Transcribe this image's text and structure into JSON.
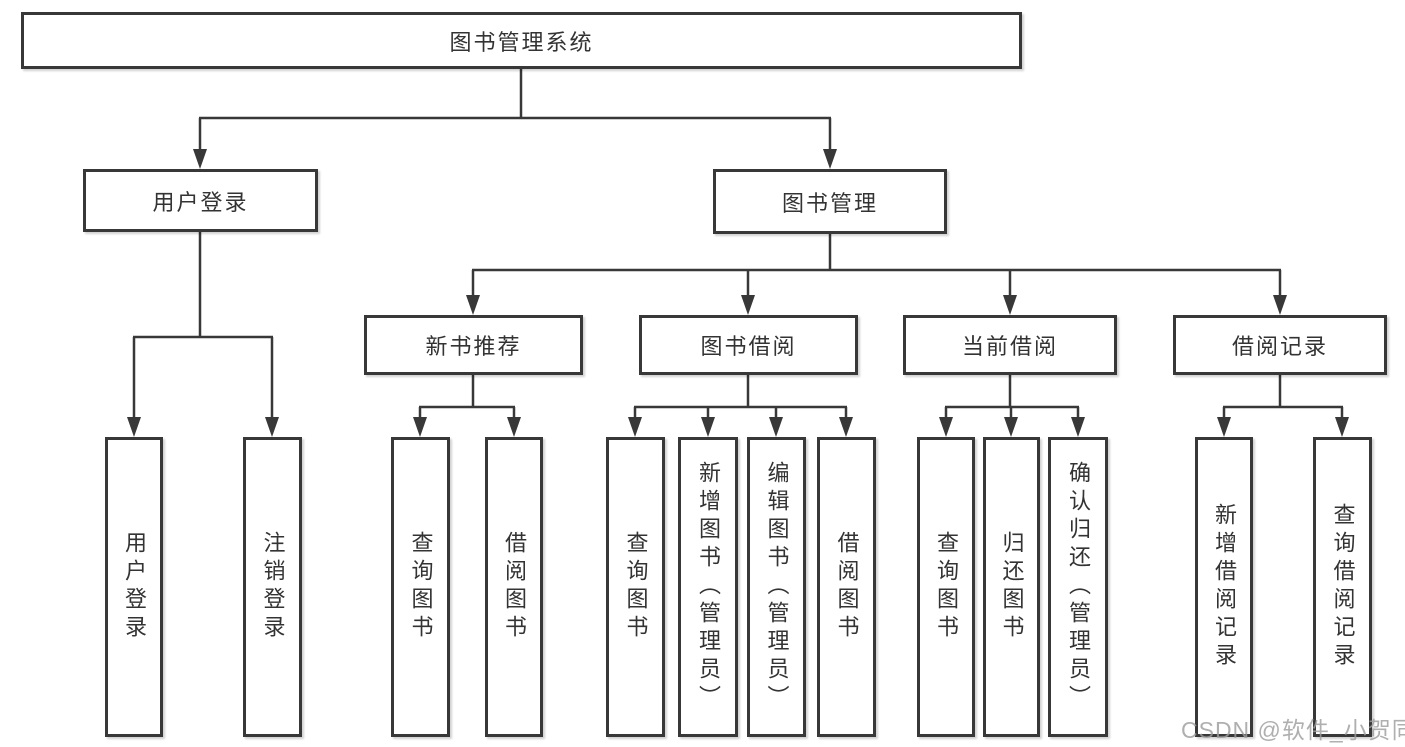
{
  "diagram": {
    "nodes": {
      "root": "图书管理系统",
      "userLogin": "用户登录",
      "bookMgmt": "图书管理",
      "newBook": "新书推荐",
      "bookBorrow": "图书借阅",
      "currentBorrow": "当前借阅",
      "borrowRecord": "借阅记录",
      "leaves": {
        "userLogin": [
          "用户登录",
          "注销登录"
        ],
        "newBook": [
          "查询图书",
          "借阅图书"
        ],
        "bookBorrow": [
          "查询图书",
          "新增图书（管理员）",
          "编辑图书（管理员）",
          "借阅图书"
        ],
        "currentBorrow": [
          "查询图书",
          "归还图书",
          "确认归还（管理员）"
        ],
        "borrowRecord": [
          "新增借阅记录",
          "查询借阅记录"
        ]
      }
    }
  },
  "watermark": "CSDN @软件_小贺同学",
  "colors": {
    "line": "#383838",
    "box_border": "#383838",
    "text": "#333333",
    "watermark": "#9e9e9e",
    "background": "#ffffff"
  }
}
